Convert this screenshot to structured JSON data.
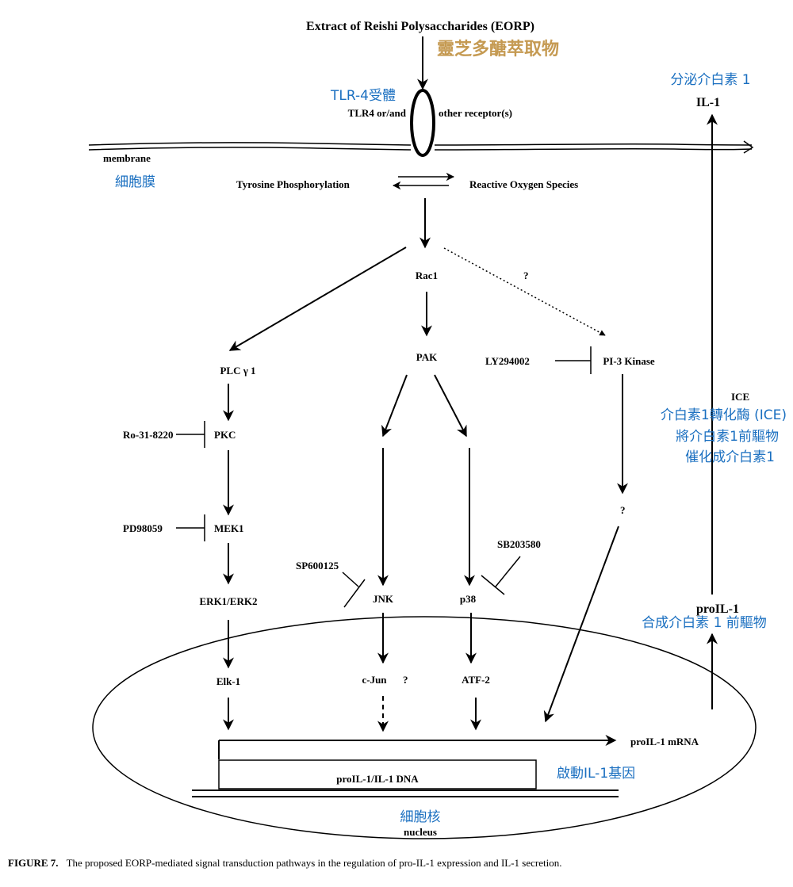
{
  "title": "Extract of Reishi Polysaccharides (EORP)",
  "title_cn": "靈芝多醣萃取物",
  "receptor": {
    "left": "TLR4 or/and",
    "right": "other receptor(s)",
    "cn": "TLR-4受體"
  },
  "membrane": {
    "en": "membrane",
    "cn": "細胞膜"
  },
  "tyrosine": "Tyrosine Phosphorylation",
  "ros": "Reactive Oxygen Species",
  "rac1": "Rac1",
  "question": "?",
  "nodes": {
    "plc": "PLC γ 1",
    "pak": "PAK",
    "pi3k": "PI-3 Kinase",
    "pkc": "PKC",
    "mek1": "MEK1",
    "erk": "ERK1/ERK2",
    "jnk": "JNK",
    "p38": "p38",
    "elk1": "Elk-1",
    "cjun": "c-Jun",
    "atf2": "ATF-2"
  },
  "inhibitors": {
    "ly": "LY294002",
    "ro": "Ro-31-8220",
    "pd": "PD98059",
    "sp": "SP600125",
    "sb": "SB203580"
  },
  "il1": {
    "secrete_cn": "分泌介白素 1",
    "il1": "IL-1",
    "ice": "ICE",
    "ice_cn": [
      "介白素1轉化酶 (ICE)",
      "將介白素1前驅物",
      "催化成介白素1"
    ],
    "proil1": "proIL-1",
    "proil1_cn": "合成介白素 1 前驅物",
    "mrna": "proIL-1 mRNA",
    "dna": "proIL-1/IL-1 DNA",
    "gene_cn": "啟動IL-1基因"
  },
  "nucleus": {
    "cn": "細胞核",
    "en": "nucleus"
  },
  "caption": {
    "label": "FIGURE 7.",
    "text": "The proposed EORP-mediated signal transduction pathways in the regulation of pro-IL-1 expression and IL-1 secretion."
  }
}
